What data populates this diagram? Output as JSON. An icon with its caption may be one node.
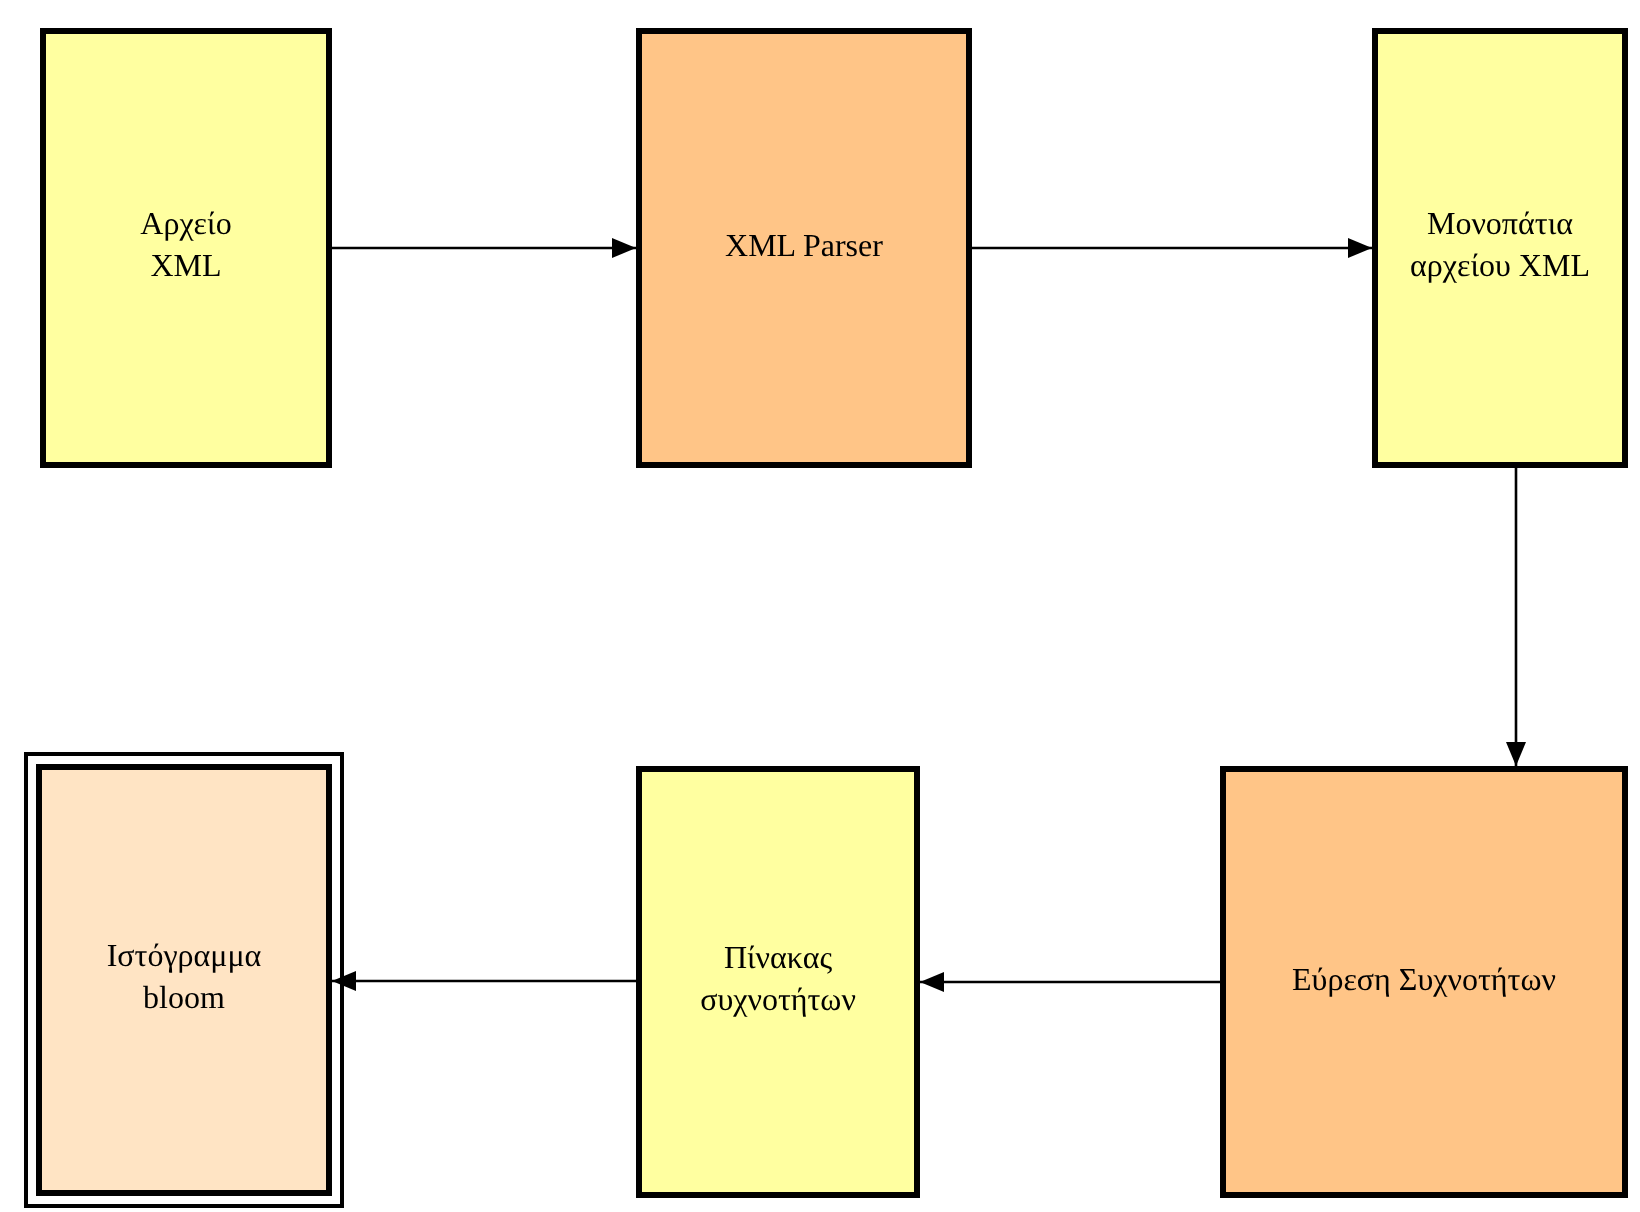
{
  "diagram": {
    "nodes": [
      {
        "text": [
          "Αρχείο XML"
        ]
      },
      {
        "text": [
          "XML Parser"
        ]
      },
      {
        "text": [
          "Μονοπάτια αρχείου XML"
        ]
      },
      {
        "text": [
          "Εύρεση Συχνοτήτων"
        ]
      },
      {
        "text": [
          "Πίνακας συχνοτήτων"
        ]
      },
      {
        "text": [
          "Ιστόγραμμα bloom"
        ]
      }
    ],
    "edges": [
      {
        "from": 0,
        "to": 1,
        "arrow": "to"
      },
      {
        "from": 1,
        "to": 2,
        "arrow": "to"
      },
      {
        "from": 2,
        "to": 3,
        "arrow": "to"
      },
      {
        "from": 3,
        "to": 4,
        "arrow": "to"
      },
      {
        "from": 4,
        "to": 5,
        "arrow": "to"
      }
    ]
  }
}
